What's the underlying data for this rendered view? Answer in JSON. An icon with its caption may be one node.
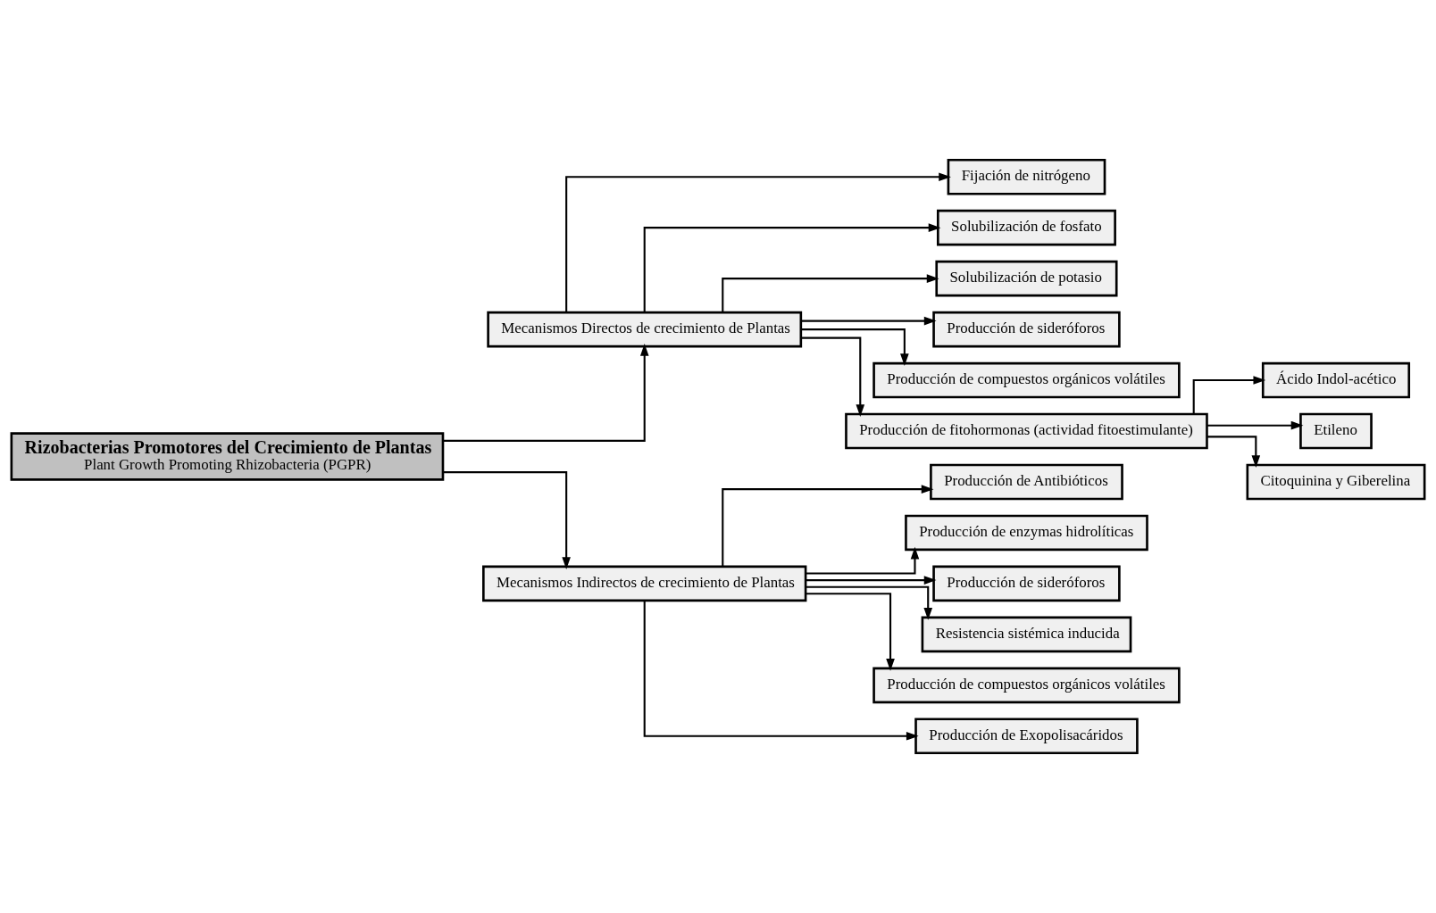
{
  "diagram": {
    "nodes": [
      {
        "text": [
          "Rizobacterias Promotores del Crecimiento de Plantas",
          "Plant Growth Promoting Rhizobacteria (PGPR)"
        ]
      },
      {
        "text": [
          "Mecanismos Directos de crecimiento de Plantas"
        ]
      },
      {
        "text": [
          "Mecanismos Indirectos de crecimiento de Plantas"
        ]
      },
      {
        "text": [
          "Fijación de nitrógeno"
        ]
      },
      {
        "text": [
          "Solubilización de fosfato"
        ]
      },
      {
        "text": [
          "Solubilización de potasio"
        ]
      },
      {
        "text": [
          "Producción de sideróforos"
        ]
      },
      {
        "text": [
          "Producción de compuestos orgánicos volátiles"
        ]
      },
      {
        "text": [
          "Producción de fitohormonas (actividad fitoestimulante)"
        ]
      },
      {
        "text": [
          "Producción de Antibióticos"
        ]
      },
      {
        "text": [
          "Producción de enzymas hidrolíticas"
        ]
      },
      {
        "text": [
          "Producción de sideróforos"
        ]
      },
      {
        "text": [
          "Resistencia sistémica inducida"
        ]
      },
      {
        "text": [
          "Producción de compuestos orgánicos volátiles"
        ]
      },
      {
        "text": [
          "Producción de Exopolisacáridos"
        ]
      },
      {
        "text": [
          "Ácido Indol-acético"
        ]
      },
      {
        "text": [
          "Etileno"
        ]
      },
      {
        "text": [
          "Citoquinina y Giberelina"
        ]
      }
    ],
    "edges": [
      {
        "from": 0,
        "to": 1,
        "arrow": "to"
      },
      {
        "from": 0,
        "to": 2,
        "arrow": "to"
      },
      {
        "from": 1,
        "to": 3,
        "arrow": "to"
      },
      {
        "from": 1,
        "to": 4,
        "arrow": "to"
      },
      {
        "from": 1,
        "to": 5,
        "arrow": "to"
      },
      {
        "from": 1,
        "to": 6,
        "arrow": "to"
      },
      {
        "from": 1,
        "to": 7,
        "arrow": "to"
      },
      {
        "from": 1,
        "to": 8,
        "arrow": "to"
      },
      {
        "from": 2,
        "to": 9,
        "arrow": "to"
      },
      {
        "from": 2,
        "to": 10,
        "arrow": "to"
      },
      {
        "from": 2,
        "to": 11,
        "arrow": "to"
      },
      {
        "from": 2,
        "to": 12,
        "arrow": "to"
      },
      {
        "from": 2,
        "to": 13,
        "arrow": "to"
      },
      {
        "from": 2,
        "to": 14,
        "arrow": "to"
      },
      {
        "from": 8,
        "to": 15,
        "arrow": "to"
      },
      {
        "from": 8,
        "to": 16,
        "arrow": "to"
      },
      {
        "from": 8,
        "to": 17,
        "arrow": "to"
      }
    ]
  }
}
